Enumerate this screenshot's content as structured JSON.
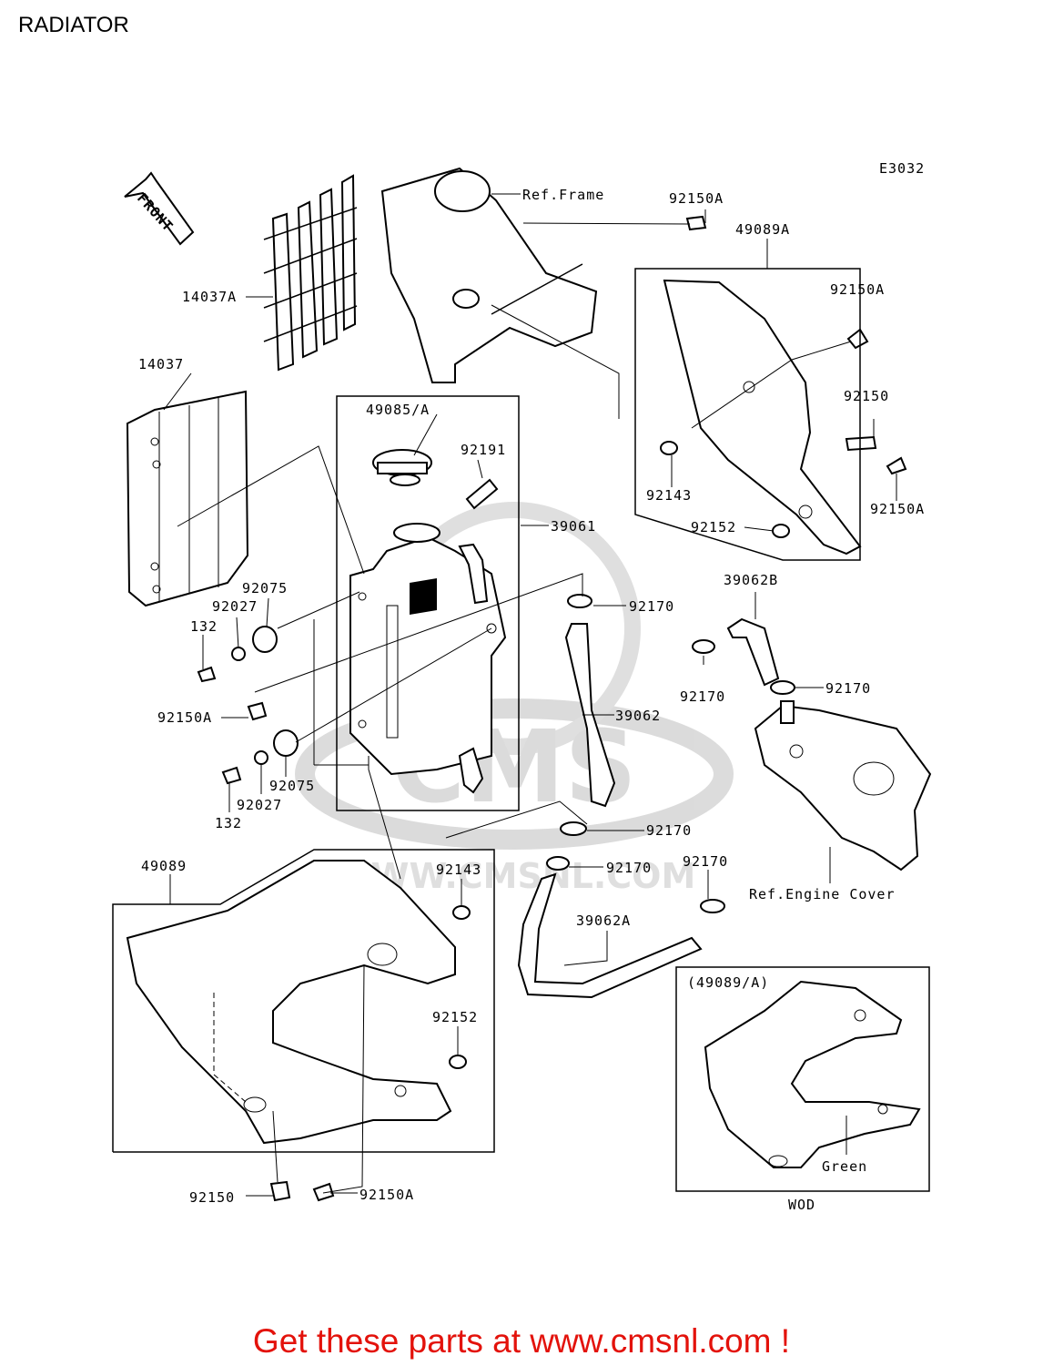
{
  "page_title": "RADIATOR",
  "diagram_code": "E3032",
  "front_arrow_label": "FRONT",
  "watermark": {
    "logo_text": "CMS",
    "url_text": "WWW.CMSNL.COM"
  },
  "footer_text": "Get these parts at www.cmsnl.com !",
  "labels": {
    "ref_frame": "Ref.Frame",
    "p92150A_top": "92150A",
    "p49089A": "49089A",
    "p92150A_right": "92150A",
    "p14037A": "14037A",
    "p14037": "14037",
    "p92150_right": "92150",
    "p49085A": "49085/A",
    "p92191": "92191",
    "p92143_right": "92143",
    "p92150A_right2": "92150A",
    "p39061": "39061",
    "p92152_right": "92152",
    "p39062B": "39062B",
    "p92075_top": "92075",
    "p92170_a": "92170",
    "p92027_top": "92027",
    "p132_top": "132",
    "p92170_b": "92170",
    "p92170_c": "92170",
    "p39062": "39062",
    "p92150A_left": "92150A",
    "p92075_bot": "92075",
    "p92027_bot": "92027",
    "p132_bot": "132",
    "p92170_d": "92170",
    "p49089": "49089",
    "p92143_bot": "92143",
    "p92170_e": "92170",
    "p92170_f": "92170",
    "ref_engine_cover": "Ref.Engine Cover",
    "p39062A": "39062A",
    "p49089A_inset": "(49089/A)",
    "p92152_bot": "92152",
    "green": "Green",
    "wod": "WOD",
    "p92150_bot": "92150",
    "p92150A_bot": "92150A"
  },
  "colors": {
    "footer": "#e3120b",
    "watermark": "#d8d8d8"
  }
}
